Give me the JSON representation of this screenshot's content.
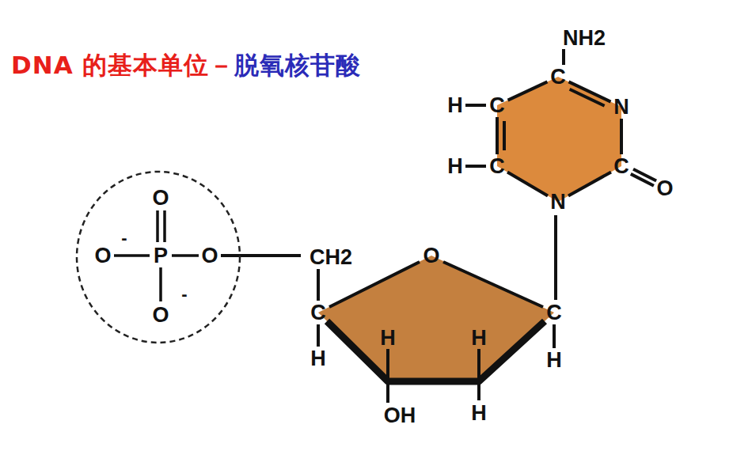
{
  "diagram": {
    "title": "DNA 的基本单位－",
    "nodes": [
      {
        "text": [
          "O",
          "O",
          "P",
          "O",
          "O",
          "-",
          "-"
        ]
      },
      {
        "text": [
          "CH2",
          "O",
          "C",
          "H",
          "H",
          "H",
          "C",
          "H",
          "OH",
          "H"
        ]
      },
      {
        "text": [
          "NH2",
          "C",
          "H",
          "C",
          "N",
          "H",
          "C",
          "C",
          "O",
          "N"
        ]
      }
    ],
    "edges": [
      {
        "from": 0,
        "to": 1,
        "arrow": "none"
      },
      {
        "from": 2,
        "to": 1,
        "arrow": "none"
      }
    ],
    "labels": [
      "脱氧核苷酸"
    ]
  }
}
